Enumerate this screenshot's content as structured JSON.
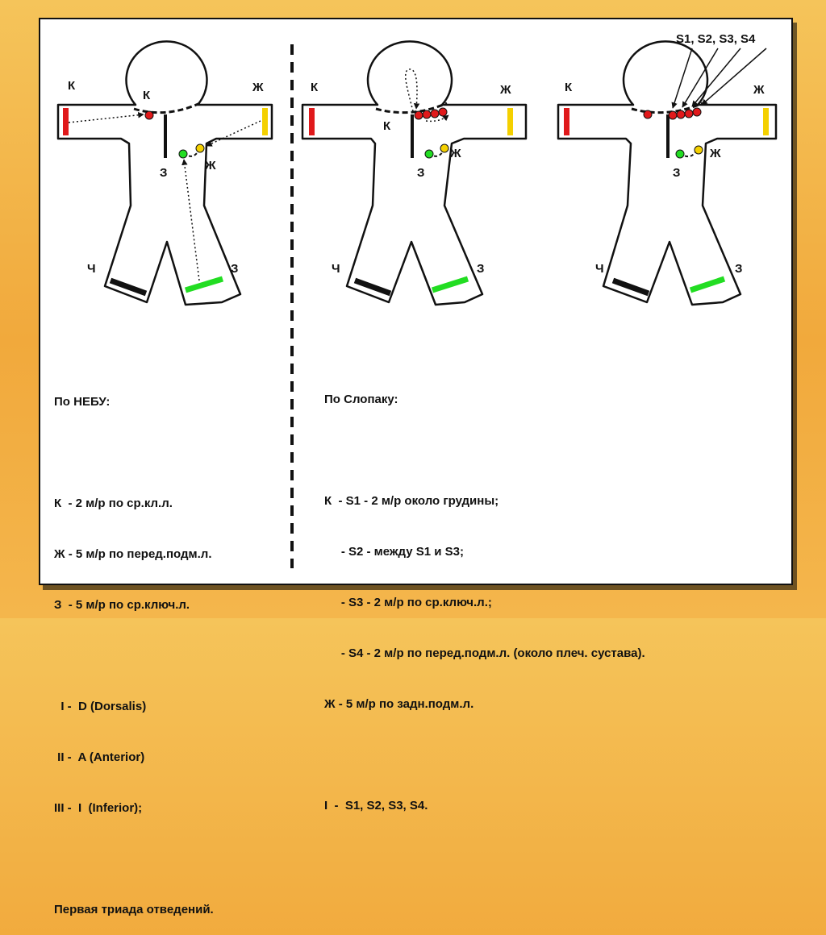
{
  "diagram": {
    "label_k": "К",
    "label_zh": "Ж",
    "label_z": "З",
    "label_ch": "Ч",
    "s_labels": "S1, S2, S3, S4",
    "colors": {
      "red": "#e0191b",
      "yellow": "#f4d000",
      "green": "#22dd22",
      "black": "#111111"
    }
  },
  "left_text": {
    "heading": "По НЕБУ:",
    "lines": [
      "К  - 2 м/р по ср.кл.л.",
      "Ж - 5 м/р по перед.подм.л.",
      "З  - 5 м/р по ср.ключ.л.",
      "",
      "  I -  D (Dorsalis)",
      " II -  A (Anterior)",
      "III -  I  (Inferior);",
      "",
      "Первая триада отведений."
    ]
  },
  "right_text": {
    "heading": "По Слопаку:",
    "lines": [
      "К  - S1 - 2 м/р около грудины;",
      "     - S2 - между S1 и S3;",
      "     - S3 - 2 м/р по ср.ключ.л.;",
      "     - S4 - 2 м/р по перед.подм.л. (около плеч. сустава).",
      "Ж - 5 м/р по задн.подм.л.",
      "",
      "I  -  S1, S2, S3, S4."
    ]
  }
}
